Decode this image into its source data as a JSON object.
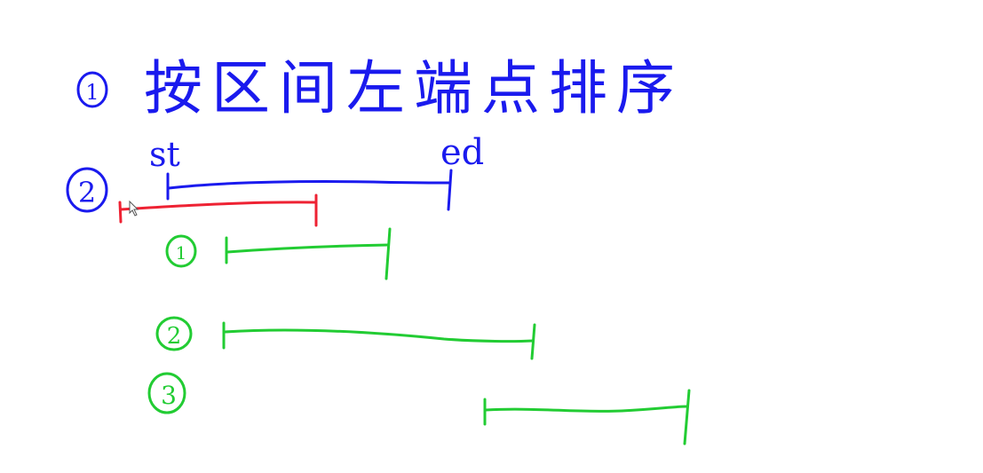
{
  "step1": {
    "number": "1",
    "text": "按区间左端点排序",
    "color": "#1a1aee"
  },
  "step2": {
    "number": "2",
    "color": "#1a1aee",
    "labels": {
      "start": "st",
      "end": "ed"
    }
  },
  "cases": [
    {
      "number": "1",
      "color": "#22cc33"
    },
    {
      "number": "2",
      "color": "#22cc33"
    },
    {
      "number": "3",
      "color": "#22cc33"
    }
  ],
  "colors": {
    "current_interval": "#1a1aee",
    "previous_interval": "#ee2233",
    "case_interval": "#22cc33",
    "background": "#ffffff"
  },
  "icons": {
    "cursor": "mouse-pointer-icon"
  }
}
